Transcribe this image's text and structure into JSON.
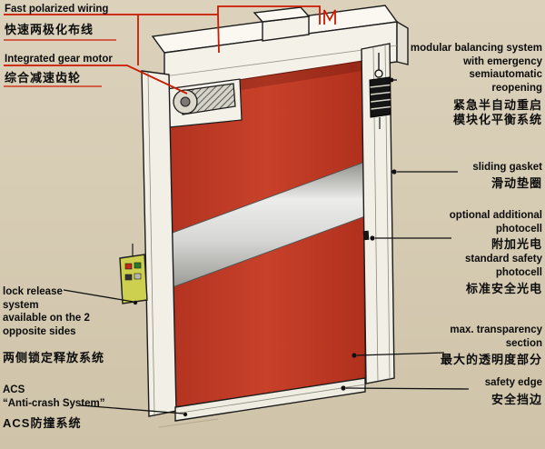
{
  "figure": {
    "alt": "Cutaway technical illustration of a high-speed roll-up door: red curtain with transparent vision section, guide columns, top roller housing with gear motor, balancing system and control box"
  },
  "colors": {
    "bg": "#d8cdb5",
    "curtain_red": "#c03a24",
    "wire_red": "#cc1a00",
    "panel_white": "#f4f1e8",
    "control_box_yellow": "#ccd04e",
    "line_black": "#1a1a1a"
  },
  "left_labels": {
    "wiring": {
      "en": "Fast polarized wiring",
      "zh": "快速两极化布线"
    },
    "motor": {
      "en": "Integrated gear motor",
      "zh": "综合减速齿轮"
    },
    "lock_release": {
      "en": "lock release\nsystem\navailable on the 2\nopposite sides",
      "zh": "两侧锁定释放系统"
    },
    "acs": {
      "en": "ACS\n“Anti-crash System”",
      "zh": "ACS防撞系统"
    }
  },
  "right_labels": {
    "balancing": {
      "en": "modular balancing system\nwith emergency\nsemiautomatic\nreopening",
      "zh": "紧急半自动重启\n模块化平衡系统"
    },
    "sliding_gasket": {
      "en": "sliding gasket",
      "zh": "滑动垫圈"
    },
    "photocell_optional": {
      "en": "optional additional\nphotocell",
      "zh": "附加光电"
    },
    "photocell_standard": {
      "en": "standard safety\nphotocell",
      "zh": "标准安全光电"
    },
    "transparency": {
      "en": "max. transparency\nsection",
      "zh": "最大的透明度部分"
    },
    "safety_edge": {
      "en": "safety edge",
      "zh": "安全挡边"
    }
  }
}
